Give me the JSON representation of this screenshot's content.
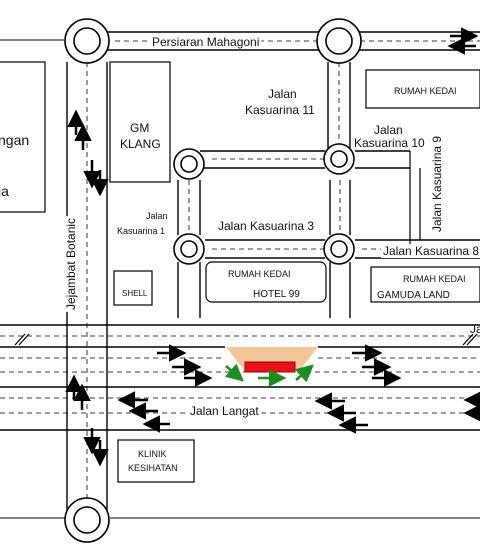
{
  "roads": {
    "persiaran_mahagoni": "Persiaran Mahagoni",
    "jalan_kasuarina_11_line1": "Jalan",
    "jalan_kasuarina_11_line2": "Kasuarina 11",
    "jalan_kasuarina_10_line1": "Jalan",
    "jalan_kasuarina_10_line2": "Kasuarina 10",
    "jalan_kasuarina_9": "Jalan Kasuarina 9",
    "jalan_kasuarina_1_line1": "Jalan",
    "jalan_kasuarina_1_line2": "Kasuarina 1",
    "jalan_kasuarina_3": "Jalan Kasuarina 3",
    "jalan_kasuarina_8": "Jalan Kasuarina 8",
    "jejambat_botanic": "Jejambat Botanic",
    "jalan_langat": "Jalan Langat",
    "right_edge_cut": "Ja"
  },
  "places": {
    "left_block_text_1": "ngan",
    "left_block_text_2": "ja",
    "gm_klang_line1": "GM",
    "gm_klang_line2": "KLANG",
    "rumah_kedai_top": "RUMAH KEDAI",
    "rumah_kedai_mid": "RUMAH KEDAI",
    "hotel_99": "HOTEL 99",
    "rumah_kedai_right": "RUMAH KEDAI",
    "gamuda_land": "GAMUDA LAND",
    "shell": "SHELL",
    "klinik_line1": "KLINIK",
    "klinik_line2": "KESIHATAN"
  },
  "colors": {
    "road_line": "#000000",
    "traffic_arrow": "#000000",
    "detour_arrow": "#1e8c1e",
    "closure_block": "#e8121b",
    "work_zone": "#f3c69a"
  },
  "icons": {
    "traffic_arrow": "arrow-icon",
    "roundabout": "roundabout-icon",
    "detour": "detour-arrow-icon",
    "closure": "road-closure-icon"
  }
}
